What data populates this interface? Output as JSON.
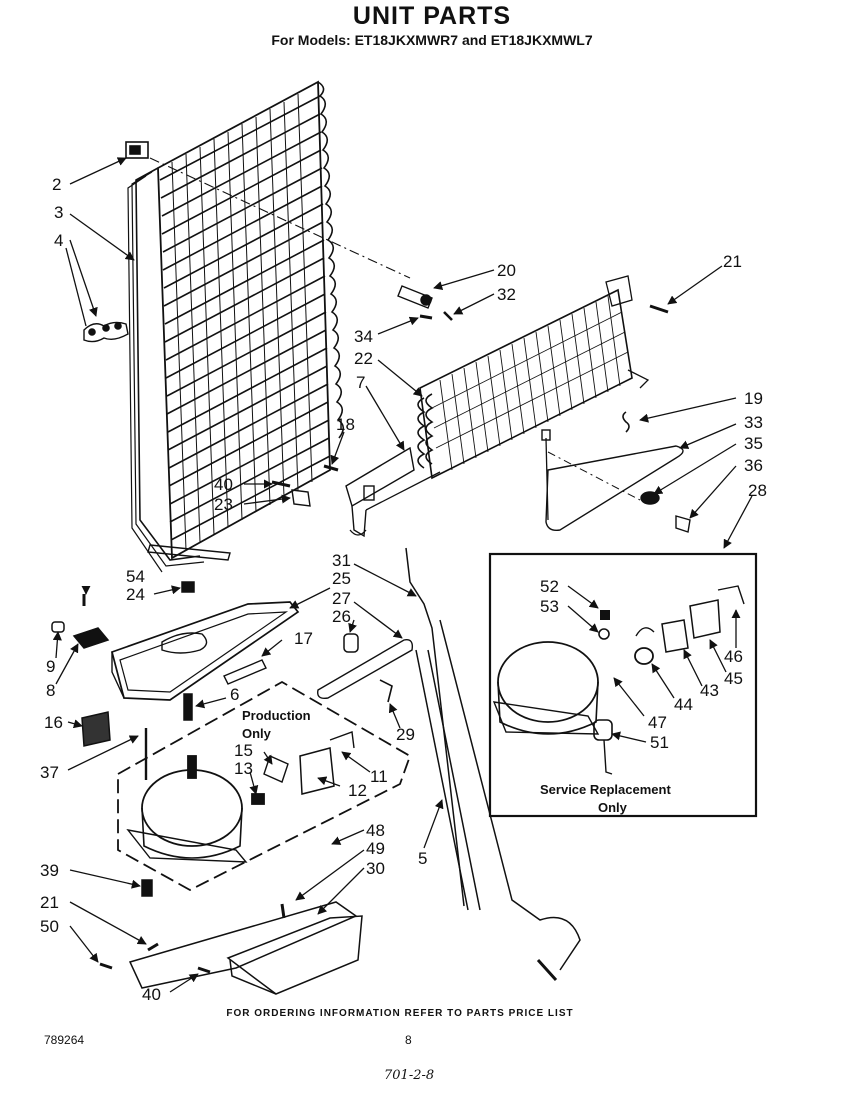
{
  "header": {
    "title": "UNIT PARTS",
    "subtitle": "For Models: ET18JKXMWR7  and ET18JKXMWL7"
  },
  "box_labels": {
    "production": [
      "Production",
      "Only"
    ],
    "service": [
      "Service Replacement",
      "Only"
    ]
  },
  "callouts": [
    "2",
    "3",
    "4",
    "20",
    "32",
    "21",
    "34",
    "22",
    "7",
    "19",
    "33",
    "35",
    "36",
    "28",
    "18",
    "40",
    "23",
    "54",
    "24",
    "31",
    "25",
    "27",
    "26",
    "17",
    "9",
    "8",
    "6",
    "16",
    "37",
    "15",
    "13",
    "11",
    "12",
    "29",
    "52",
    "53",
    "46",
    "45",
    "43",
    "44",
    "47",
    "51",
    "48",
    "49",
    "30",
    "5",
    "39",
    "21",
    "50",
    "40"
  ],
  "footer": {
    "note": "FOR ORDERING INFORMATION REFER TO PARTS PRICE LIST",
    "doc_number": "789264",
    "page_number": "8",
    "handwritten": "701-2-8"
  },
  "colors": {
    "ink": "#111111",
    "paper": "#ffffff"
  }
}
